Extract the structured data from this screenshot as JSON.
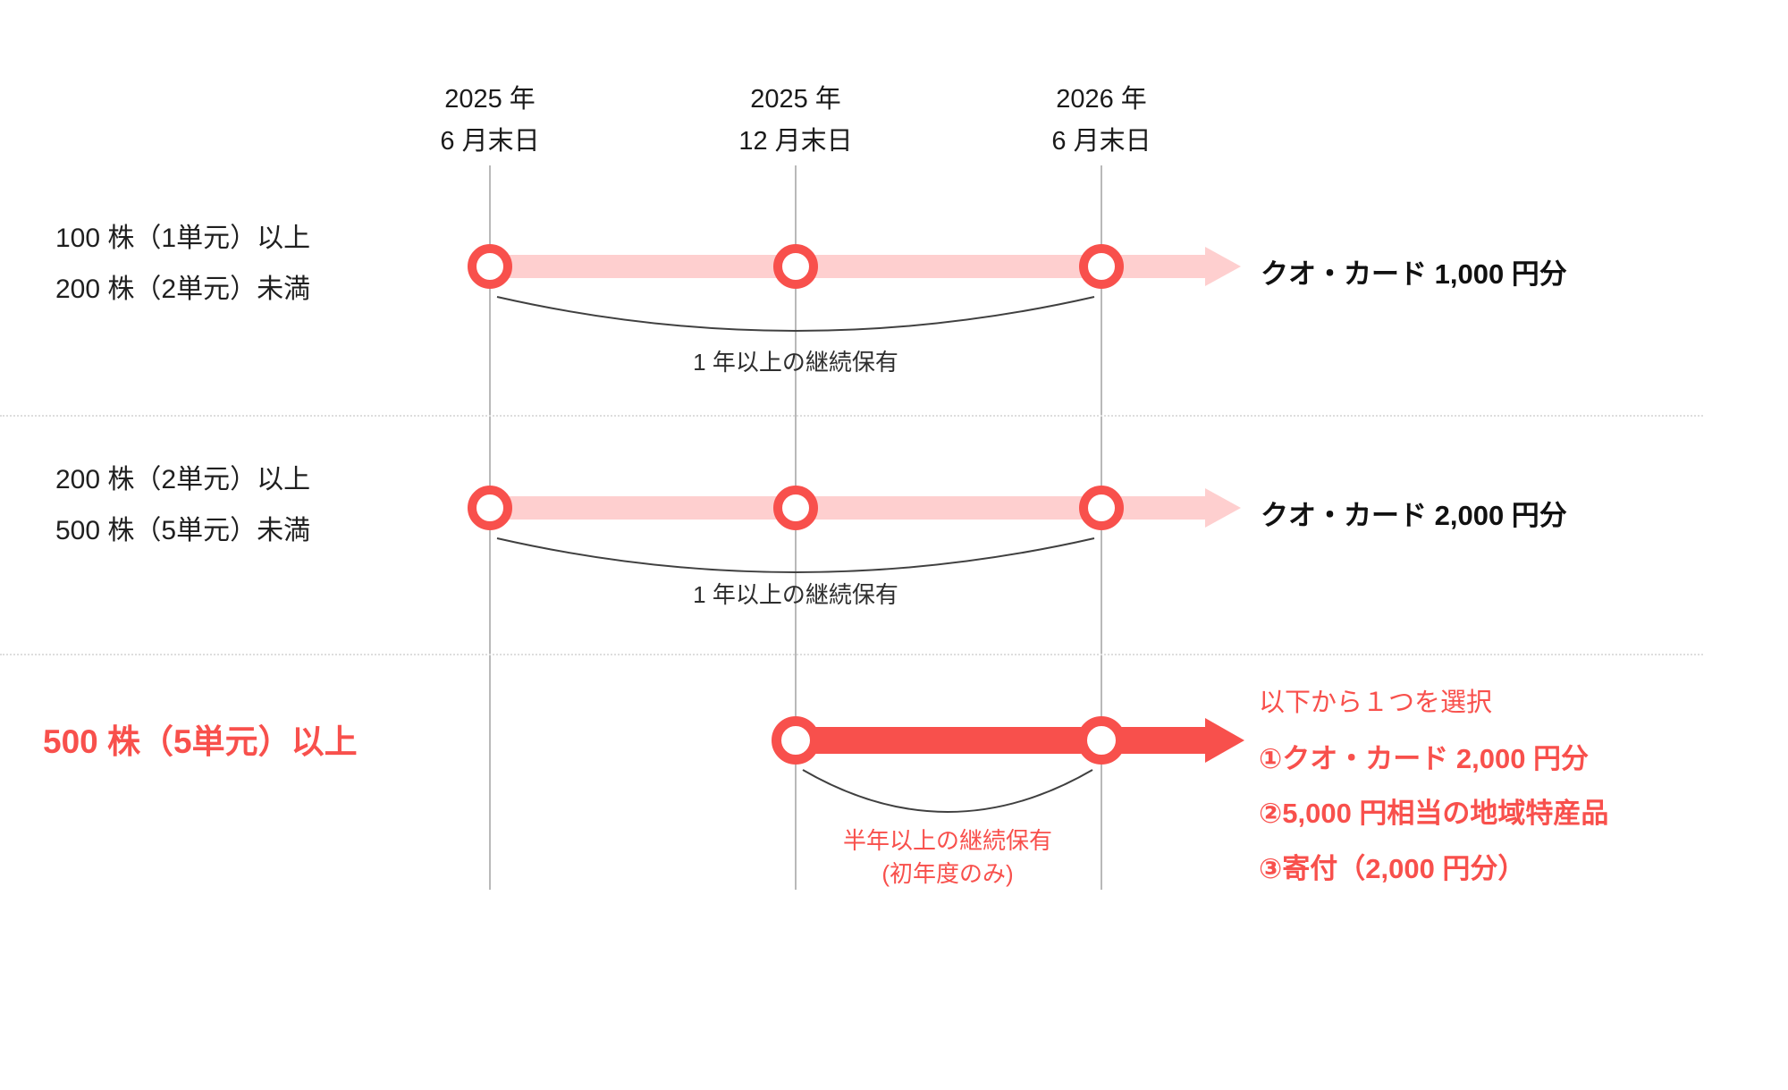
{
  "colors": {
    "accent_red": "#f8504c",
    "light_pink": "#fecfcf",
    "text_black": "#1f1f1f",
    "gridline_gray": "#b9b9b9"
  },
  "columns": [
    {
      "line1": "2025 年",
      "line2": "6 月末日"
    },
    {
      "line1": "2025 年",
      "line2": "12 月末日"
    },
    {
      "line1": "2026 年",
      "line2": "6 月末日"
    }
  ],
  "rows": [
    {
      "label_line1": "100 株（1単元）以上",
      "label_line2": "200 株（2単元）未満",
      "holding_note": "1 年以上の継続保有",
      "reward": "クオ・カード 1,000 円分"
    },
    {
      "label_line1": "200 株（2単元）以上",
      "label_line2": "500 株（5単元）未満",
      "holding_note": "1 年以上の継続保有",
      "reward": "クオ・カード 2,000 円分"
    },
    {
      "label": "500 株（5単元）以上",
      "holding_note_line1": "半年以上の継続保有",
      "holding_note_line2": "(初年度のみ)",
      "choice_header": "以下から１つを選択",
      "choices": [
        "①クオ・カード 2,000 円分",
        "②5,000 円相当の地域特産品",
        "③寄付（2,000 円分）"
      ]
    }
  ]
}
